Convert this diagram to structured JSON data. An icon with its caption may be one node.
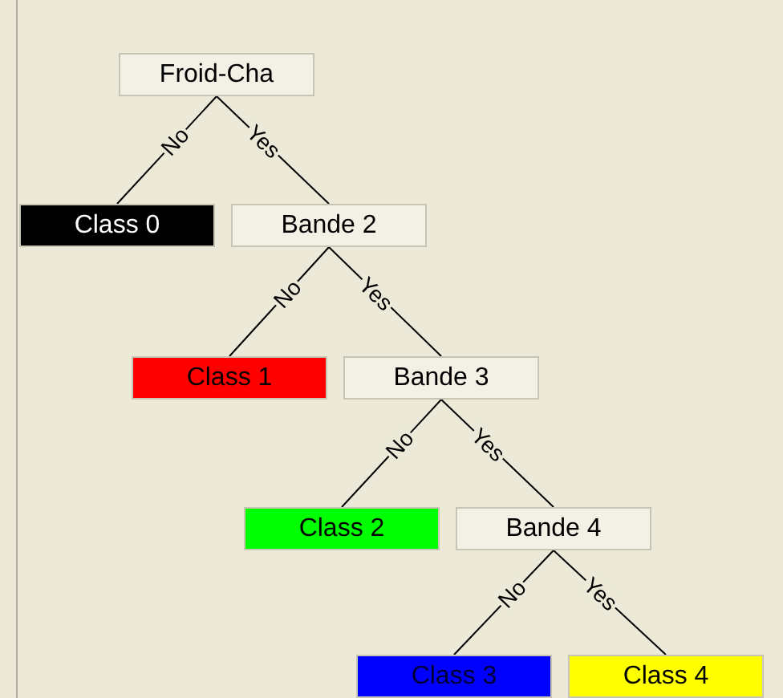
{
  "diagram": {
    "nodes": [
      {
        "text": [
          "Froid-Cha"
        ]
      },
      {
        "text": [
          "Class 0"
        ]
      },
      {
        "text": [
          "Bande 2"
        ]
      },
      {
        "text": [
          "Class 1"
        ]
      },
      {
        "text": [
          "Bande 3"
        ]
      },
      {
        "text": [
          "Class 2"
        ]
      },
      {
        "text": [
          "Bande 4"
        ]
      },
      {
        "text": [
          "Class 3"
        ]
      },
      {
        "text": [
          "Class 4"
        ]
      }
    ],
    "edges": [
      {
        "from": 0,
        "to": 1,
        "label": "No",
        "arrow": "none"
      },
      {
        "from": 0,
        "to": 2,
        "label": "Yes",
        "arrow": "none"
      },
      {
        "from": 2,
        "to": 3,
        "label": "No",
        "arrow": "none"
      },
      {
        "from": 2,
        "to": 4,
        "label": "Yes",
        "arrow": "none"
      },
      {
        "from": 4,
        "to": 5,
        "label": "No",
        "arrow": "none"
      },
      {
        "from": 4,
        "to": 6,
        "label": "Yes",
        "arrow": "none"
      },
      {
        "from": 6,
        "to": 7,
        "label": "No",
        "arrow": "none"
      },
      {
        "from": 6,
        "to": 8,
        "label": "Yes",
        "arrow": "none"
      }
    ]
  }
}
